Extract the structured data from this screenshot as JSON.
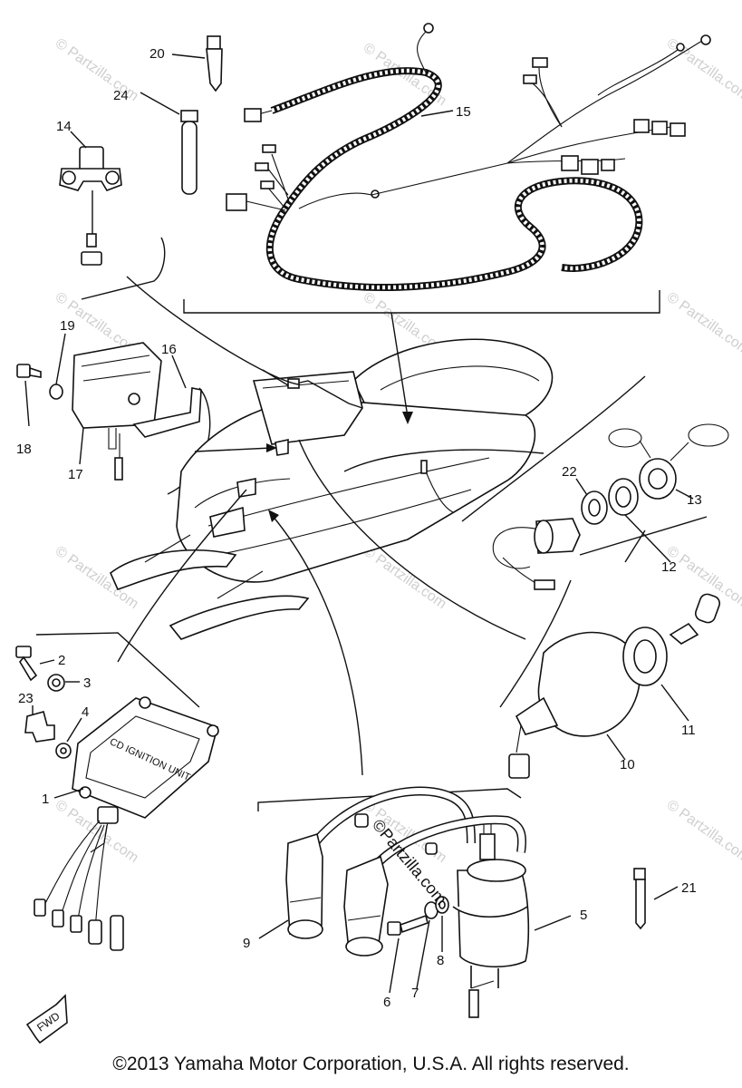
{
  "callouts": [
    "20",
    "24",
    "15",
    "14",
    "19",
    "16",
    "18",
    "17",
    "22",
    "13",
    "12",
    "2",
    "3",
    "23",
    "4",
    "1",
    "11",
    "10",
    "9",
    "6",
    "7",
    "8",
    "5",
    "21"
  ],
  "watermarks": [
    "© Partzilla.com",
    "© Partzilla.com",
    "© Partzilla.com",
    "© Partzilla.com",
    "© Partzilla.com",
    "© Partzilla.com",
    "© Partzilla.com",
    "© Partzilla.com",
    "© Partzilla.com",
    "© Partzilla.com",
    "© Partzilla.com",
    "© Partzilla.com"
  ],
  "center_watermark": "©Partzilla.com",
  "cdi_label": "CD IGNITION UNIT",
  "fwd_label": "FWD",
  "copyright": "©2013 Yamaha Motor Corporation, U.S.A. All rights reserved."
}
